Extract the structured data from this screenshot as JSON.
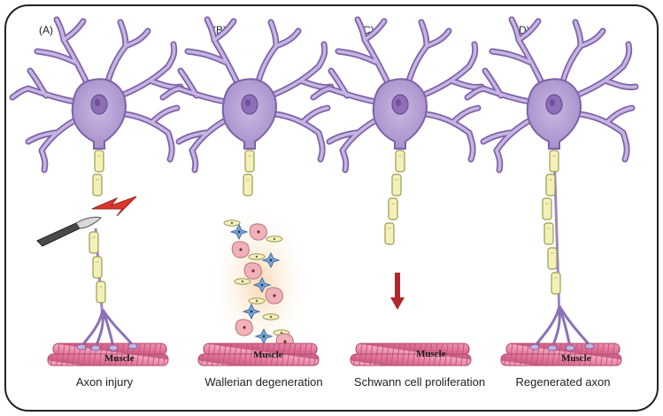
{
  "panels": [
    {
      "letter": "(A)",
      "caption": "Axon injury",
      "muscle_label": "Muscle"
    },
    {
      "letter": "(B)",
      "caption": "Wallerian degeneration",
      "muscle_label": "Muscle"
    },
    {
      "letter": "(C)",
      "caption": "Schwann cell proliferation",
      "muscle_label": "Muscle"
    },
    {
      "letter": "(D)",
      "caption": "Regenerated axon",
      "muscle_label": "Muscle"
    }
  ],
  "colors": {
    "neuron_body": "#b9a4d6",
    "neuron_outline": "#7c62a8",
    "nucleus": "#8e6fb6",
    "myelin": "#f2f1b8",
    "myelin_outline": "#9c9a52",
    "muscle": "#e98aa8",
    "muscle_stripe": "#c85a80",
    "arrow": "#b0282a",
    "lightning": "#d9392c",
    "frame": "#222222"
  },
  "icons": [
    "scalpel-icon",
    "lightning-bolt-icon",
    "down-arrow-icon"
  ]
}
